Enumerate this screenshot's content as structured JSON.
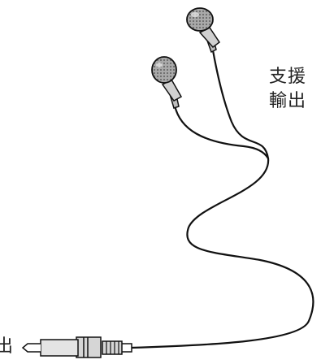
{
  "labels": {
    "support": "支援",
    "output": "輸出",
    "jack": "出"
  },
  "colors": {
    "line": "#111111",
    "earbud_fill": "#bdbdbd",
    "plug_fill": "#d6d6d6"
  }
}
